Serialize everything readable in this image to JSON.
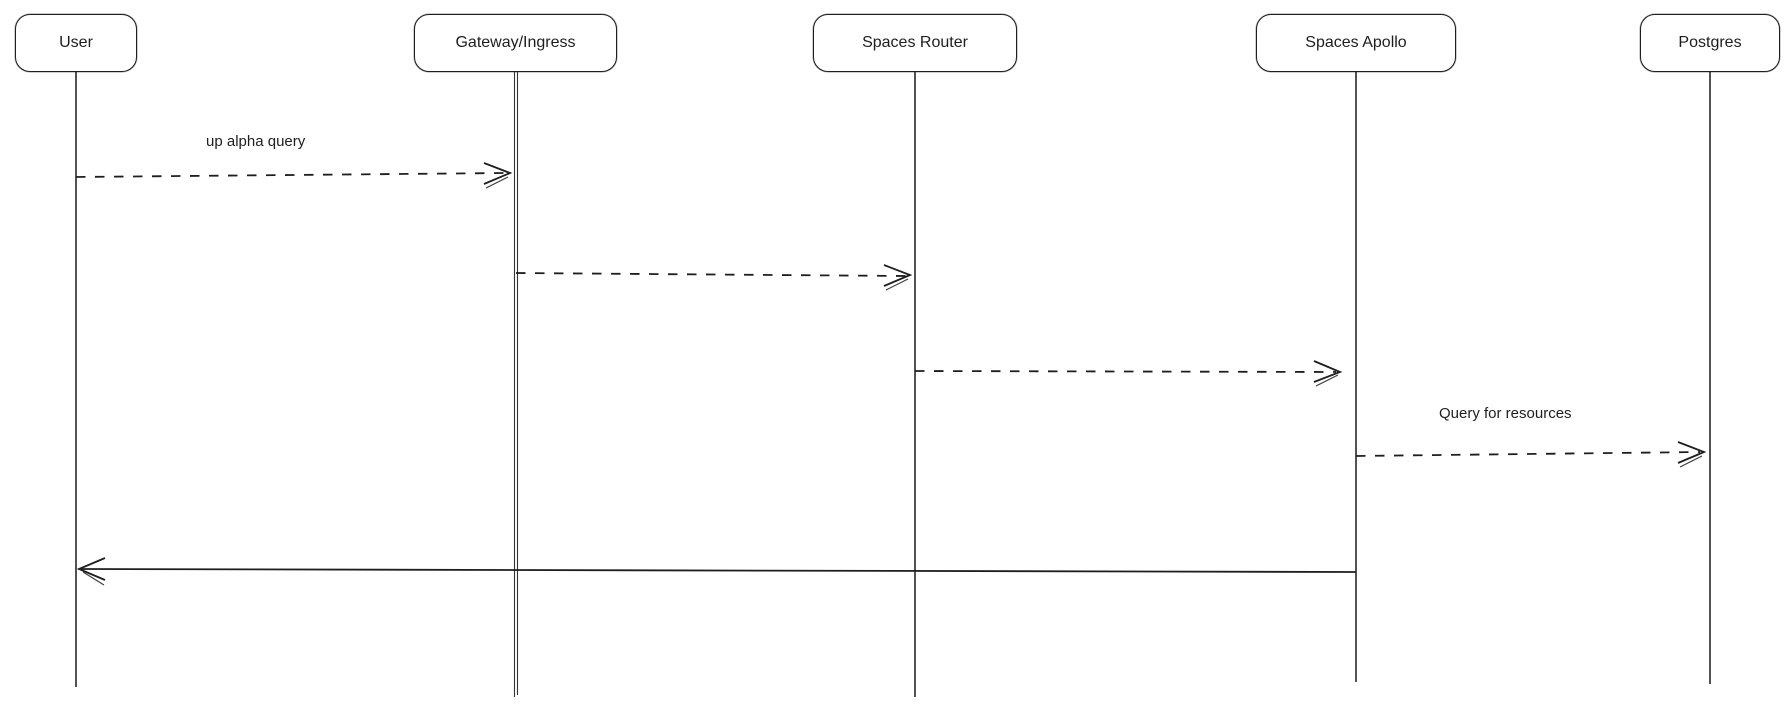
{
  "diagram": {
    "type": "sequence-diagram",
    "style": "hand-drawn",
    "background_color": "#ffffff",
    "stroke_color": "#1e1e1e",
    "text_color": "#1e1e1e"
  },
  "actors": [
    {
      "label": "User"
    },
    {
      "label": "Gateway/Ingress"
    },
    {
      "label": "Spaces Router"
    },
    {
      "label": "Spaces Apollo"
    },
    {
      "label": "Postgres"
    }
  ],
  "messages": [
    {
      "label": "up alpha query",
      "from": "User",
      "to": "Gateway/Ingress",
      "line": "dashed",
      "direction": "right"
    },
    {
      "label": "",
      "from": "Gateway/Ingress",
      "to": "Spaces Router",
      "line": "dashed",
      "direction": "right"
    },
    {
      "label": "",
      "from": "Spaces Router",
      "to": "Spaces Apollo",
      "line": "dashed",
      "direction": "right"
    },
    {
      "label": "Query for resources",
      "from": "Spaces Apollo",
      "to": "Postgres",
      "line": "dashed",
      "direction": "right"
    },
    {
      "label": "",
      "from": "Spaces Apollo",
      "to": "User",
      "line": "solid",
      "direction": "left"
    }
  ]
}
